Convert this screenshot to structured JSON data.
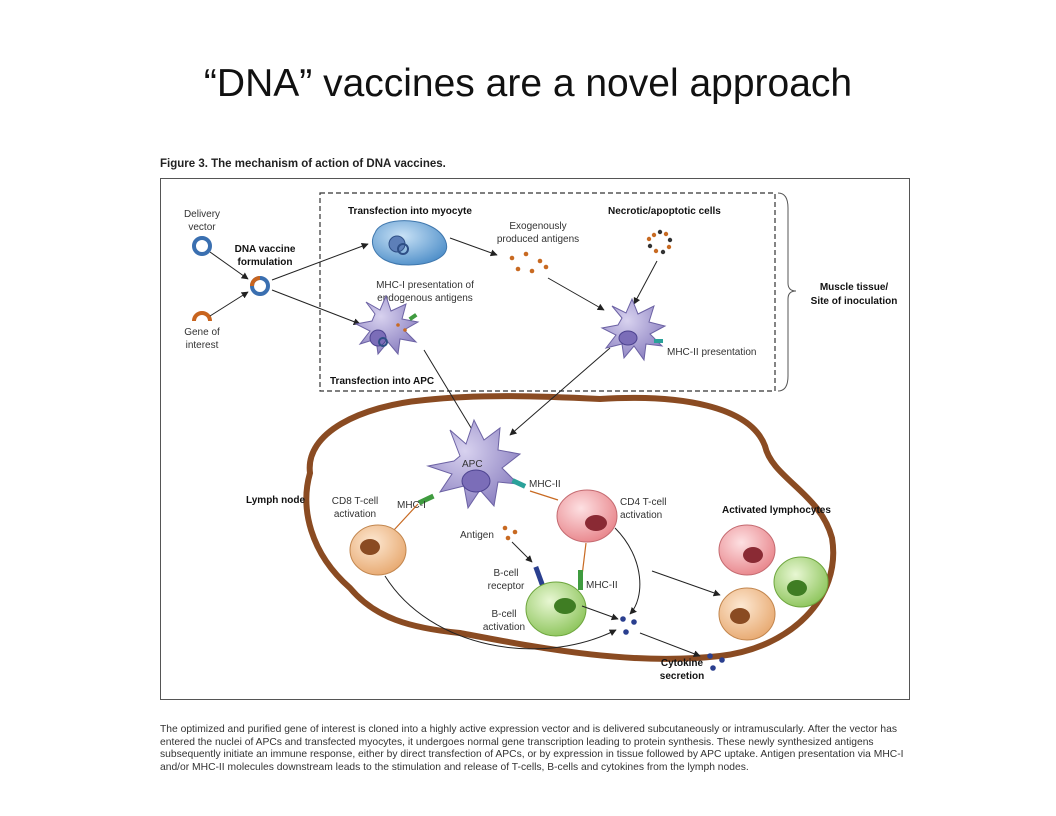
{
  "slide": {
    "title": "“DNA” vaccines are a novel approach"
  },
  "figure": {
    "heading": "Figure 3. The mechanism of action of DNA vaccines.",
    "labels": {
      "delivery_vector_1": "Delivery",
      "delivery_vector_2": "vector",
      "dna_vaccine_1": "DNA vaccine",
      "dna_vaccine_2": "formulation",
      "gene_1": "Gene of",
      "gene_2": "interest",
      "transfection_myocyte": "Transfection into myocyte",
      "exogenous_1": "Exogenously",
      "exogenous_2": "produced antigens",
      "necrotic": "Necrotic/apoptotic cells",
      "mhc1_pres_1": "MHC-I presentation of",
      "mhc1_pres_2": "endogenous antigens",
      "muscle_1": "Muscle tissue/",
      "muscle_2": "Site of inoculation",
      "transfection_apc": "Transfection into APC",
      "mhc2_presentation": "MHC-II presentation",
      "apc": "APC",
      "mhc2_top": "MHC-II",
      "lymph_node": "Lymph node",
      "cd8_1": "CD8 T-cell",
      "cd8_2": "activation",
      "mhc1": "MHC-I",
      "cd4_1": "CD4 T-cell",
      "cd4_2": "activation",
      "activated": "Activated lymphocytes",
      "antigen": "Antigen",
      "bcell_receptor_1": "B-cell",
      "bcell_receptor_2": "receptor",
      "mhc2_bottom": "MHC-II",
      "bcell_act_1": "B-cell",
      "bcell_act_2": "activation",
      "cytokine_1": "Cytokine",
      "cytokine_2": "secretion"
    },
    "caption": "The optimized and purified gene of interest is cloned into a highly active expression vector and is delivered subcutaneously or intramuscularly. After the vector has entered the nuclei of APCs and transfected myocytes, it undergoes normal gene transcription leading to protein synthesis. These newly synthesized antigens subsequently initiate an immune response, either by direct transfection of APCs, or by expression in tissue followed by APC uptake. Antigen presentation via MHC-I and/or MHC-II molecules downstream leads to the stimulation and release of T-cells, B-cells and cytokines from the lymph nodes."
  },
  "colors": {
    "lymph_node_outline": "#8a4b22",
    "apc_purple": "#a49ad2",
    "myocyte_blue": "#7fb0dc",
    "cd8_orange": "#f3c9a0",
    "cd4_pink": "#f3a9ae",
    "bcell_green": "#b7de8a",
    "cytokine_blue": "#2a3f8f",
    "antigen_orange": "#c86a22"
  }
}
